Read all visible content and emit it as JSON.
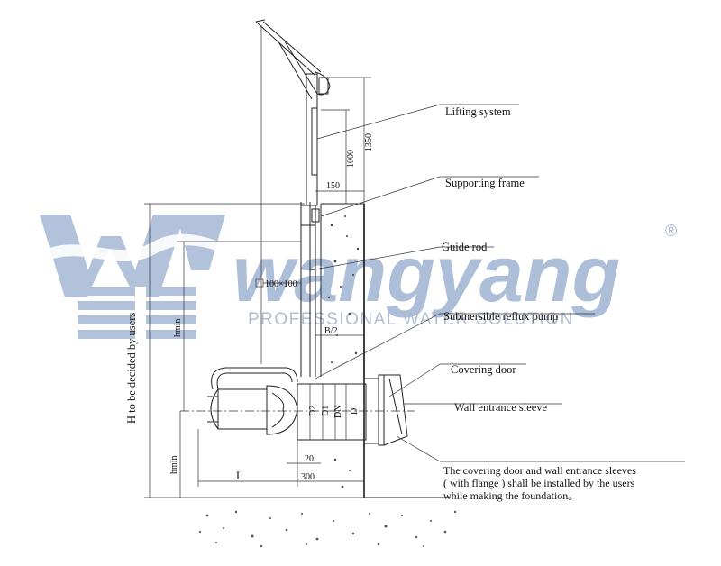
{
  "labels": {
    "lifting_system": "Lifting system",
    "supporting_frame": "Supporting frame",
    "guide_rod": "Guide rod",
    "pump": "Submersible reflux pump",
    "covering_door": "Covering door",
    "wall_sleeve": "Wall entrance sleeve"
  },
  "note": {
    "line1": "The covering door and wall entrance sleeves",
    "line2": "( with flange ) shall be installed by the users",
    "line3": "while making  the foundation。"
  },
  "dimensions": {
    "d1350": "1350",
    "d1000": "1000",
    "d150": "150",
    "d100x100": "100×100",
    "b2": "B/2",
    "h_users": "H to be decided by users",
    "hmin": "hmin",
    "h_min_lower": "hmin",
    "d20": "20",
    "d300": "300",
    "L": "L",
    "DN": "DN",
    "D": "D",
    "D1": "D1",
    "D2": "D2"
  },
  "watermark": {
    "brand": "wangyang",
    "tagline": "PROFESSIONAL WATER SOLUTION",
    "registered": "®"
  },
  "colors": {
    "watermark": "#9fb3d3",
    "ink": "#111111"
  }
}
